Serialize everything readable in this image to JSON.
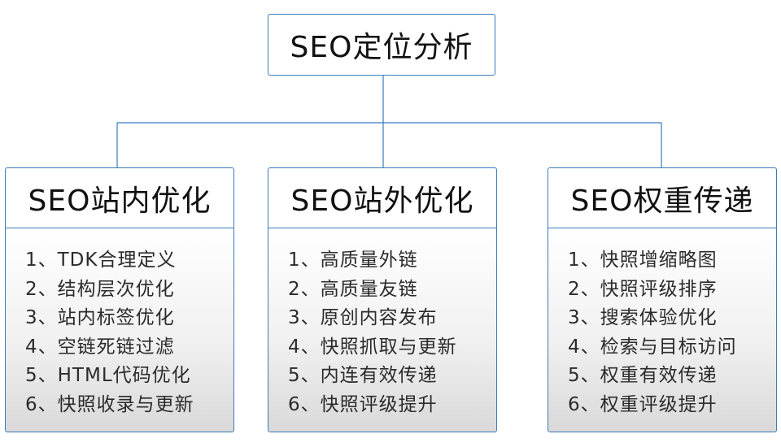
{
  "root": {
    "label": "SEO定位分析"
  },
  "branches": [
    {
      "title": "SEO站内优化",
      "items": [
        "1、TDK合理定义",
        "2、结构层次优化",
        "3、站内标签优化",
        "4、空链死链过滤",
        "5、HTML代码优化",
        "6、快照收录与更新"
      ]
    },
    {
      "title": "SEO站外优化",
      "items": [
        "1、高质量外链",
        "2、高质量友链",
        "3、原创内容发布",
        "4、快照抓取与更新",
        "5、内连有效传递",
        "6、快照评级提升"
      ]
    },
    {
      "title": "SEO权重传递",
      "items": [
        "1、快照增缩略图",
        "2、快照评级排序",
        "3、搜索体验优化",
        "4、检索与目标访问",
        "5、权重有效传递",
        "6、权重评级提升"
      ]
    }
  ],
  "colors": {
    "border": "#3a7bbf",
    "connector": "#3a7bbf"
  }
}
